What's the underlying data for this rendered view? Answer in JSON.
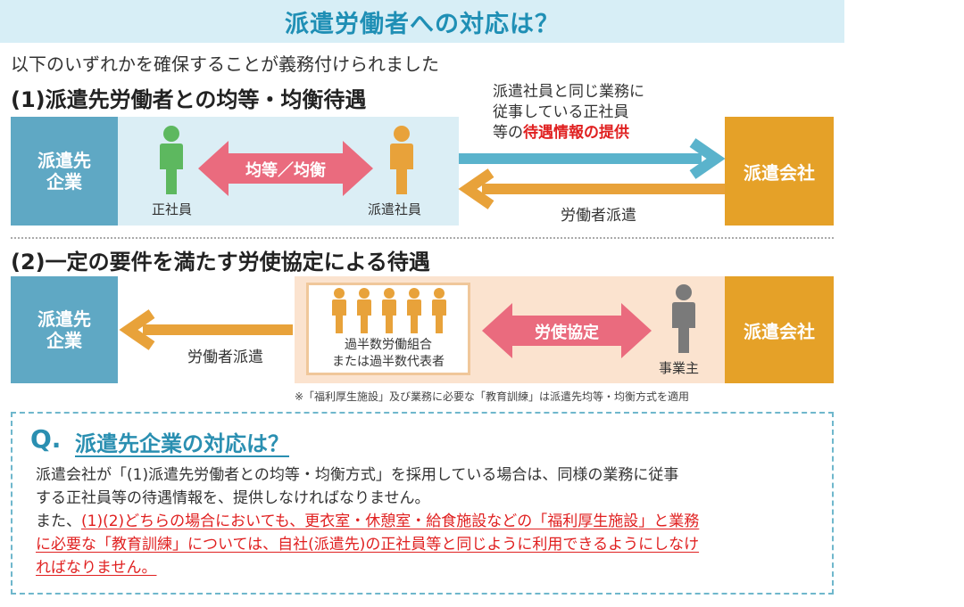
{
  "title": "派遣労働者への対応は？",
  "intro": "以下のいずれかを確保することが義務付けられました",
  "section1": {
    "heading": "(1)派遣先労働者との均等・均衡待遇",
    "client_line1": "派遣先",
    "client_line2": "企業",
    "agency": "派遣会社",
    "regular_employee": "正社員",
    "dispatched_employee": "派遣社員",
    "double_arrow_label": "均等／均衡",
    "info_line1": "派遣社員と同じ業務に",
    "info_line2": "従事している正社員",
    "info_line3_prefix": "等の",
    "info_line3_red": "待遇情報の提供",
    "return_arrow_label": "労働者派遣"
  },
  "section2": {
    "heading": "(2)一定の要件を満たす労使協定による待遇",
    "client_line1": "派遣先",
    "client_line2": "企業",
    "agency": "派遣会社",
    "arrow_label": "労働者派遣",
    "union_line1": "過半数労働組合",
    "union_line2": "または過半数代表者",
    "double_arrow_label": "労使協定",
    "employer": "事業主",
    "footnote": "※「福利厚生施設」及び業務に必要な「教育訓練」は派遣先均等・均衡方式を適用"
  },
  "qa": {
    "q_letter": "Q.",
    "q_title": "派遣先企業の対応は？",
    "p1_line1": "派遣会社が「(1)派遣先労働者との均等・均衡方式」を採用している場合は、同様の業務に従事",
    "p1_line2": "する正社員等の待遇情報を、提供しなければなりません。",
    "p2_prefix": "また、",
    "p2_red_line1": "(1)(2)どちらの場合においても、更衣室・休憩室・給食施設などの「福利厚生施設」と業務",
    "p2_red_line2": "に必要な「教育訓練」については、自社(派遣先)の正社員等と同じように利用できるようにしなけ",
    "p2_red_line3": "ればなりません。"
  },
  "colors": {
    "title_blue": "#1f8fb5",
    "client_blue": "#5fa8c4",
    "agency_gold": "#e5a128",
    "arrow_pink": "#ea6b7e",
    "arrow_teal": "#5ab3cc",
    "arrow_orange": "#e8a23a",
    "figure_green": "#5db85f",
    "figure_gray": "#7a7a7a",
    "alert_red": "#e02020"
  },
  "icons": {
    "regular_employee": "person-icon-green",
    "dispatched_employee": "person-icon-orange",
    "union_members": "person-group-icon-orange",
    "employer": "person-icon-gray"
  }
}
